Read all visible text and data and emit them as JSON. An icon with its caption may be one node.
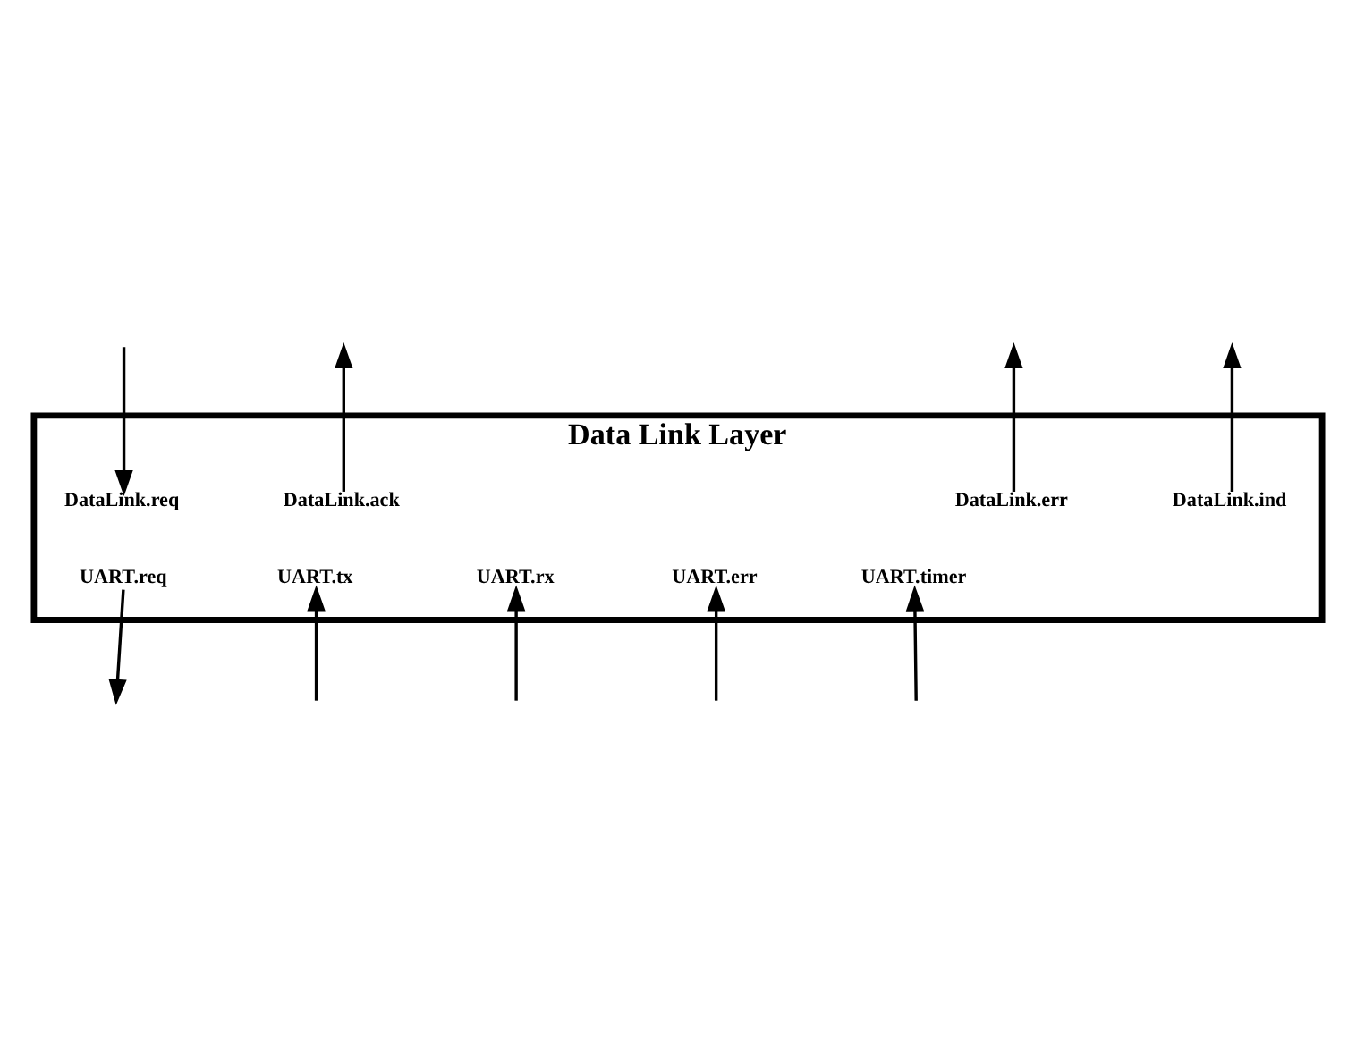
{
  "diagram": {
    "nodes": [
      {
        "text": [
          "Data Link Layer"
        ]
      },
      {
        "text": [
          "DataLink.req"
        ],
        "in": 0
      },
      {
        "text": [
          "DataLink.ack"
        ],
        "in": 0
      },
      {
        "text": [
          "DataLink.err"
        ],
        "in": 0
      },
      {
        "text": [
          "DataLink.ind"
        ],
        "in": 0
      },
      {
        "text": [
          "UART.req"
        ],
        "in": 0
      },
      {
        "text": [
          "UART.tx"
        ],
        "in": 0
      },
      {
        "text": [
          "UART.rx"
        ],
        "in": 0
      },
      {
        "text": [
          "UART.err"
        ],
        "in": 0
      },
      {
        "text": [
          "UART.timer"
        ],
        "in": 0
      }
    ],
    "edges": [
      {
        "from": null,
        "to": 1,
        "arrow": "to"
      },
      {
        "from": 2,
        "to": null,
        "arrow": "to"
      },
      {
        "from": 3,
        "to": null,
        "arrow": "to"
      },
      {
        "from": 4,
        "to": null,
        "arrow": "to"
      },
      {
        "from": 5,
        "to": null,
        "arrow": "to"
      },
      {
        "from": null,
        "to": 6,
        "arrow": "to"
      },
      {
        "from": null,
        "to": 7,
        "arrow": "to"
      },
      {
        "from": null,
        "to": 8,
        "arrow": "to"
      },
      {
        "from": null,
        "to": 9,
        "arrow": "to"
      }
    ]
  }
}
